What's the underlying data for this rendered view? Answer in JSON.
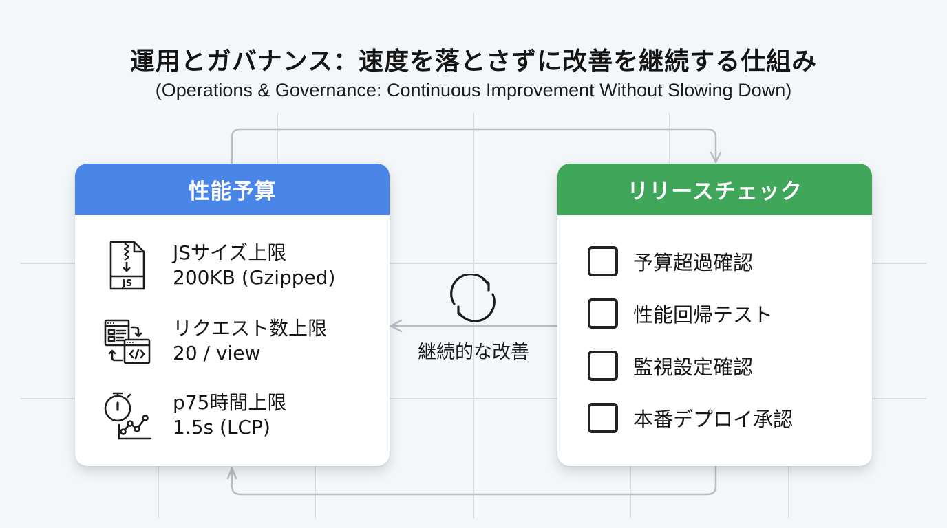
{
  "header": {
    "title": "運用とガバナンス：速度を落とさずに改善を継続する仕組み",
    "subtitle": "(Operations & Governance: Continuous Improvement Without Slowing Down)"
  },
  "colors": {
    "background": "#f3f7f9",
    "budget_header": "#4a86e8",
    "release_header": "#3fa65a",
    "connector": "#b9bec4",
    "grid": "#d9dde1"
  },
  "budget_card": {
    "title": "性能予算",
    "items": [
      {
        "icon": "js-file-zip-icon",
        "label": "JSサイズ上限",
        "value": "200KB (Gzipped)"
      },
      {
        "icon": "request-code-window-icon",
        "label": "リクエスト数上限",
        "value": "20 / view"
      },
      {
        "icon": "stopwatch-chart-icon",
        "label": "p75時間上限",
        "value": "1.5s (LCP)"
      }
    ]
  },
  "release_card": {
    "title": "リリースチェック",
    "items": [
      {
        "label": "予算超過確認",
        "checked": false
      },
      {
        "label": "性能回帰テスト",
        "checked": false
      },
      {
        "label": "監視設定確認",
        "checked": false
      },
      {
        "label": "本番デプロイ承認",
        "checked": false
      }
    ]
  },
  "cycle": {
    "icon": "refresh-cycle-icon",
    "label": "継続的な改善"
  }
}
